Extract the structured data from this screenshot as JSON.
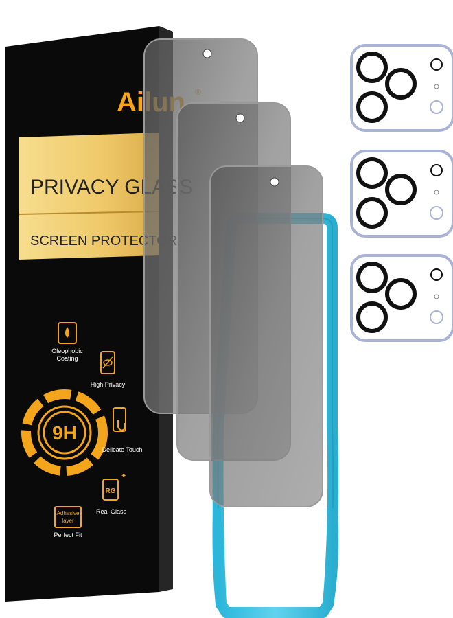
{
  "box": {
    "brand": "Ailun",
    "brand_mark": "®",
    "band_title": "PRIVACY GLASS",
    "band_subtitle": "SCREEN  PROTECTOR",
    "hardness_label": "9H",
    "features": [
      {
        "label_lines": [
          "Oleophobic",
          "Coating"
        ],
        "icon": "water-drop-icon"
      },
      {
        "label_lines": [
          "High Privacy"
        ],
        "icon": "eye-slash-icon"
      },
      {
        "label_lines": [
          "Delicate Touch"
        ],
        "icon": "touch-hand-icon"
      },
      {
        "label_lines": [
          "Real Glass"
        ],
        "icon": "rg-icon",
        "icon_text": "RG"
      },
      {
        "label_lines": [
          "Perfect Fit"
        ],
        "icon": "adhesive-layer-icon",
        "icon_text": [
          "Adhesive",
          "layer"
        ]
      }
    ]
  },
  "colors": {
    "box_black": "#0a0a0a",
    "gold": "#f3a51c",
    "gold_band": "#f2cf74",
    "tint_glass": "#6f6f6f",
    "frame_cyan": "#3cc4e4",
    "lens_ring": "#111111"
  },
  "products": {
    "screen_protector_count": 3,
    "camera_protector_count": 3,
    "installation_frame": "installation-frame"
  }
}
